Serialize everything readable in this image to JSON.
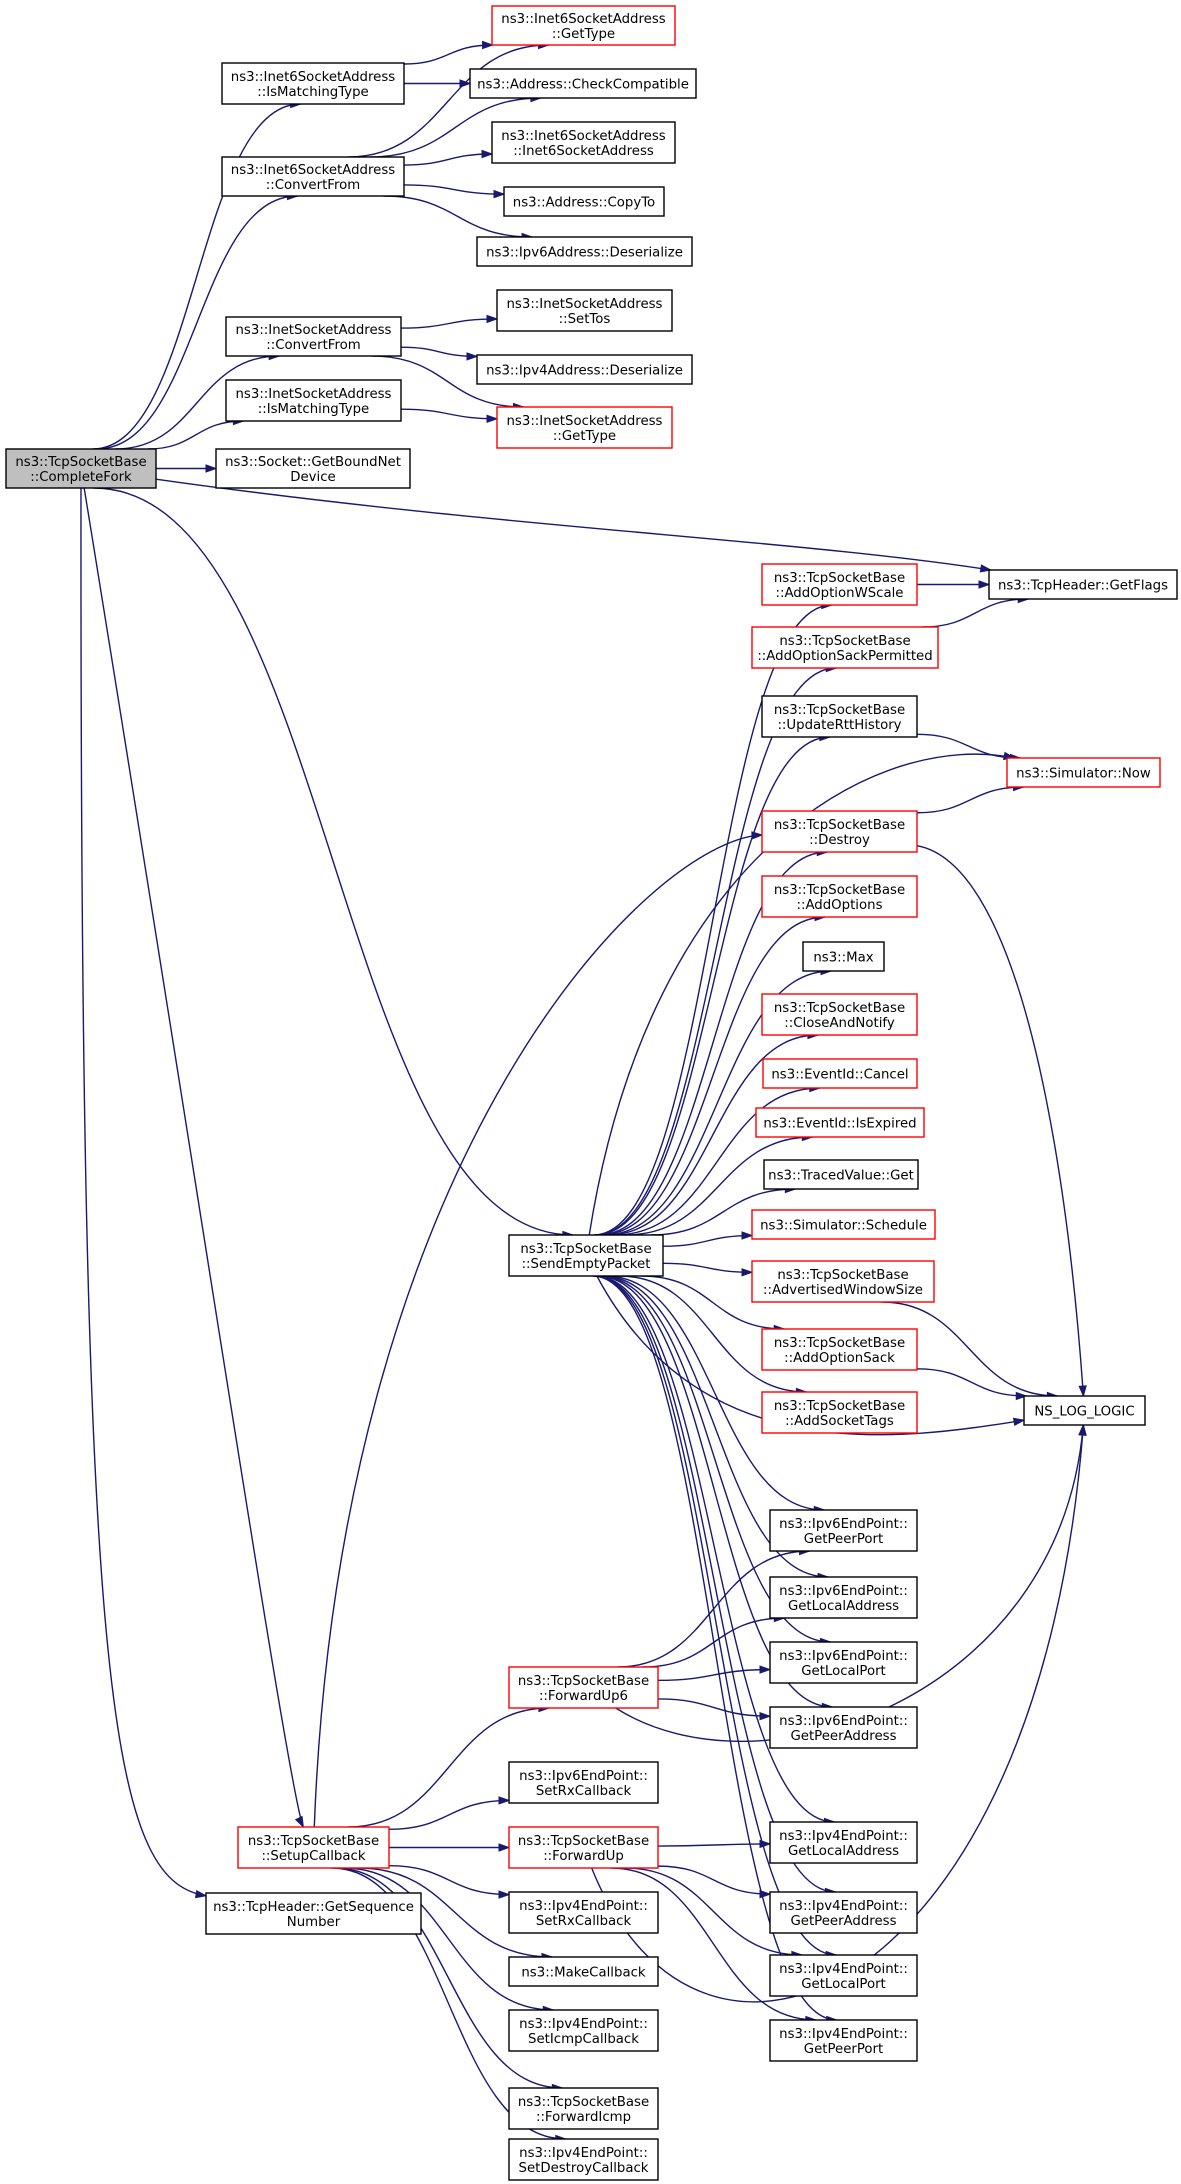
{
  "colors": {
    "edge": "#191970",
    "border_plain": "#000000",
    "border_truncated": "#ff0000",
    "root_fill": "#bfbfbf",
    "fill": "#ffffff"
  },
  "nodes": {
    "root": {
      "lines": [
        "ns3::TcpSocketBase",
        "::CompleteFork"
      ],
      "style": "root"
    },
    "i6_ismatch": {
      "lines": [
        "ns3::Inet6SocketAddress",
        "::IsMatchingType"
      ],
      "style": "plain"
    },
    "i6_gettype": {
      "lines": [
        "ns3::Inet6SocketAddress",
        "::GetType"
      ],
      "style": "truncated"
    },
    "addr_checkcompat": {
      "lines": [
        "ns3::Address::CheckCompatible"
      ],
      "style": "plain"
    },
    "i6_convertfrom": {
      "lines": [
        "ns3::Inet6SocketAddress",
        "::ConvertFrom"
      ],
      "style": "plain"
    },
    "i6_ctor": {
      "lines": [
        "ns3::Inet6SocketAddress",
        "::Inet6SocketAddress"
      ],
      "style": "plain"
    },
    "addr_copyto": {
      "lines": [
        "ns3::Address::CopyTo"
      ],
      "style": "plain"
    },
    "ipv6addr_deser": {
      "lines": [
        "ns3::Ipv6Address::Deserialize"
      ],
      "style": "plain"
    },
    "inet_convertfrom": {
      "lines": [
        "ns3::InetSocketAddress",
        "::ConvertFrom"
      ],
      "style": "plain"
    },
    "inet_settos": {
      "lines": [
        "ns3::InetSocketAddress",
        "::SetTos"
      ],
      "style": "plain"
    },
    "ipv4addr_deser": {
      "lines": [
        "ns3::Ipv4Address::Deserialize"
      ],
      "style": "plain"
    },
    "inet_ismatch": {
      "lines": [
        "ns3::InetSocketAddress",
        "::IsMatchingType"
      ],
      "style": "plain"
    },
    "inet_gettype": {
      "lines": [
        "ns3::InetSocketAddress",
        "::GetType"
      ],
      "style": "truncated"
    },
    "sock_getbound": {
      "lines": [
        "ns3::Socket::GetBoundNet",
        "Device"
      ],
      "style": "plain"
    },
    "tcph_getflags": {
      "lines": [
        "ns3::TcpHeader::GetFlags"
      ],
      "style": "plain"
    },
    "addopt_wscale": {
      "lines": [
        "ns3::TcpSocketBase",
        "::AddOptionWScale"
      ],
      "style": "truncated"
    },
    "addopt_sackperm": {
      "lines": [
        "ns3::TcpSocketBase",
        "::AddOptionSackPermitted"
      ],
      "style": "truncated"
    },
    "update_rtt": {
      "lines": [
        "ns3::TcpSocketBase",
        "::UpdateRttHistory"
      ],
      "style": "plain"
    },
    "sim_now": {
      "lines": [
        "ns3::Simulator::Now"
      ],
      "style": "truncated"
    },
    "destroy": {
      "lines": [
        "ns3::TcpSocketBase",
        "::Destroy"
      ],
      "style": "truncated"
    },
    "addoptions": {
      "lines": [
        "ns3::TcpSocketBase",
        "::AddOptions"
      ],
      "style": "truncated"
    },
    "max": {
      "lines": [
        "ns3::Max"
      ],
      "style": "plain"
    },
    "closeandnotify": {
      "lines": [
        "ns3::TcpSocketBase",
        "::CloseAndNotify"
      ],
      "style": "truncated"
    },
    "ev_cancel": {
      "lines": [
        "ns3::EventId::Cancel"
      ],
      "style": "truncated"
    },
    "ev_isexpired": {
      "lines": [
        "ns3::EventId::IsExpired"
      ],
      "style": "truncated"
    },
    "tv_get": {
      "lines": [
        "ns3::TracedValue::Get"
      ],
      "style": "plain"
    },
    "sendempty": {
      "lines": [
        "ns3::TcpSocketBase",
        "::SendEmptyPacket"
      ],
      "style": "plain"
    },
    "sim_schedule": {
      "lines": [
        "ns3::Simulator::Schedule"
      ],
      "style": "truncated"
    },
    "advwin": {
      "lines": [
        "ns3::TcpSocketBase",
        "::AdvertisedWindowSize"
      ],
      "style": "truncated"
    },
    "addopt_sack": {
      "lines": [
        "ns3::TcpSocketBase",
        "::AddOptionSack"
      ],
      "style": "truncated"
    },
    "ns_log_logic": {
      "lines": [
        "NS_LOG_LOGIC"
      ],
      "style": "plain"
    },
    "addsockettags": {
      "lines": [
        "ns3::TcpSocketBase",
        "::AddSocketTags"
      ],
      "style": "truncated"
    },
    "ep6_peerport": {
      "lines": [
        "ns3::Ipv6EndPoint::",
        "GetPeerPort"
      ],
      "style": "plain"
    },
    "ep6_localaddr": {
      "lines": [
        "ns3::Ipv6EndPoint::",
        "GetLocalAddress"
      ],
      "style": "plain"
    },
    "ep6_localport": {
      "lines": [
        "ns3::Ipv6EndPoint::",
        "GetLocalPort"
      ],
      "style": "plain"
    },
    "forwardup6": {
      "lines": [
        "ns3::TcpSocketBase",
        "::ForwardUp6"
      ],
      "style": "truncated"
    },
    "ep6_peeraddr": {
      "lines": [
        "ns3::Ipv6EndPoint::",
        "GetPeerAddress"
      ],
      "style": "plain"
    },
    "ep6_setrx": {
      "lines": [
        "ns3::Ipv6EndPoint::",
        "SetRxCallback"
      ],
      "style": "plain"
    },
    "setupcb": {
      "lines": [
        "ns3::TcpSocketBase",
        "::SetupCallback"
      ],
      "style": "truncated"
    },
    "forwardup": {
      "lines": [
        "ns3::TcpSocketBase",
        "::ForwardUp"
      ],
      "style": "truncated"
    },
    "ep4_localaddr": {
      "lines": [
        "ns3::Ipv4EndPoint::",
        "GetLocalAddress"
      ],
      "style": "plain"
    },
    "tcph_getseq": {
      "lines": [
        "ns3::TcpHeader::GetSequence",
        "Number"
      ],
      "style": "plain"
    },
    "ep4_setrx": {
      "lines": [
        "ns3::Ipv4EndPoint::",
        "SetRxCallback"
      ],
      "style": "plain"
    },
    "ep4_peeraddr": {
      "lines": [
        "ns3::Ipv4EndPoint::",
        "GetPeerAddress"
      ],
      "style": "plain"
    },
    "makecallback": {
      "lines": [
        "ns3::MakeCallback"
      ],
      "style": "plain"
    },
    "ep4_localport": {
      "lines": [
        "ns3::Ipv4EndPoint::",
        "GetLocalPort"
      ],
      "style": "plain"
    },
    "ep4_seticmp": {
      "lines": [
        "ns3::Ipv4EndPoint::",
        "SetIcmpCallback"
      ],
      "style": "plain"
    },
    "ep4_peerport": {
      "lines": [
        "ns3::Ipv4EndPoint::",
        "GetPeerPort"
      ],
      "style": "plain"
    },
    "forwardicmp": {
      "lines": [
        "ns3::TcpSocketBase",
        "::ForwardIcmp"
      ],
      "style": "plain"
    },
    "ep4_setdestroy": {
      "lines": [
        "ns3::Ipv4EndPoint::",
        "SetDestroyCallback"
      ],
      "style": "plain"
    }
  },
  "edges": [
    [
      "root",
      "i6_ismatch"
    ],
    [
      "root",
      "i6_convertfrom"
    ],
    [
      "root",
      "inet_convertfrom"
    ],
    [
      "root",
      "inet_ismatch"
    ],
    [
      "root",
      "sock_getbound"
    ],
    [
      "root",
      "tcph_getflags"
    ],
    [
      "root",
      "sendempty"
    ],
    [
      "root",
      "setupcb"
    ],
    [
      "root",
      "tcph_getseq"
    ],
    [
      "i6_ismatch",
      "i6_gettype"
    ],
    [
      "i6_ismatch",
      "addr_checkcompat"
    ],
    [
      "i6_convertfrom",
      "i6_gettype"
    ],
    [
      "i6_convertfrom",
      "addr_checkcompat"
    ],
    [
      "i6_convertfrom",
      "i6_ctor"
    ],
    [
      "i6_convertfrom",
      "addr_copyto"
    ],
    [
      "i6_convertfrom",
      "ipv6addr_deser"
    ],
    [
      "inet_convertfrom",
      "inet_settos"
    ],
    [
      "inet_convertfrom",
      "ipv4addr_deser"
    ],
    [
      "inet_convertfrom",
      "inet_gettype"
    ],
    [
      "inet_ismatch",
      "inet_gettype"
    ],
    [
      "addopt_wscale",
      "tcph_getflags"
    ],
    [
      "addopt_sackperm",
      "tcph_getflags"
    ],
    [
      "update_rtt",
      "sim_now"
    ],
    [
      "destroy",
      "sim_now"
    ],
    [
      "destroy",
      "ns_log_logic"
    ],
    [
      "sendempty",
      "addopt_wscale"
    ],
    [
      "sendempty",
      "addopt_sackperm"
    ],
    [
      "sendempty",
      "update_rtt"
    ],
    [
      "sendempty",
      "sim_now"
    ],
    [
      "sendempty",
      "destroy"
    ],
    [
      "sendempty",
      "addoptions"
    ],
    [
      "sendempty",
      "max"
    ],
    [
      "sendempty",
      "closeandnotify"
    ],
    [
      "sendempty",
      "ev_cancel"
    ],
    [
      "sendempty",
      "ev_isexpired"
    ],
    [
      "sendempty",
      "tv_get"
    ],
    [
      "sendempty",
      "sim_schedule"
    ],
    [
      "sendempty",
      "advwin"
    ],
    [
      "sendempty",
      "addopt_sack"
    ],
    [
      "sendempty",
      "addsockettags"
    ],
    [
      "sendempty",
      "ns_log_logic"
    ],
    [
      "sendempty",
      "ep6_peerport"
    ],
    [
      "sendempty",
      "ep6_localaddr"
    ],
    [
      "sendempty",
      "ep6_localport"
    ],
    [
      "sendempty",
      "ep6_peeraddr"
    ],
    [
      "sendempty",
      "ep4_localaddr"
    ],
    [
      "sendempty",
      "ep4_peeraddr"
    ],
    [
      "sendempty",
      "ep4_localport"
    ],
    [
      "sendempty",
      "ep4_peerport"
    ],
    [
      "advwin",
      "ns_log_logic"
    ],
    [
      "addopt_sack",
      "ns_log_logic"
    ],
    [
      "setupcb",
      "destroy"
    ],
    [
      "setupcb",
      "forwardup6"
    ],
    [
      "setupcb",
      "ep6_setrx"
    ],
    [
      "setupcb",
      "forwardup"
    ],
    [
      "setupcb",
      "ep4_setrx"
    ],
    [
      "setupcb",
      "makecallback"
    ],
    [
      "setupcb",
      "ep4_seticmp"
    ],
    [
      "setupcb",
      "forwardicmp"
    ],
    [
      "setupcb",
      "ep4_setdestroy"
    ],
    [
      "forwardup6",
      "ep6_peerport"
    ],
    [
      "forwardup6",
      "ep6_localaddr"
    ],
    [
      "forwardup6",
      "ep6_localport"
    ],
    [
      "forwardup6",
      "ep6_peeraddr"
    ],
    [
      "forwardup6",
      "ns_log_logic"
    ],
    [
      "forwardup",
      "ep4_localaddr"
    ],
    [
      "forwardup",
      "ep4_peeraddr"
    ],
    [
      "forwardup",
      "ep4_localport"
    ],
    [
      "forwardup",
      "ep4_peerport"
    ],
    [
      "forwardup",
      "ns_log_logic"
    ]
  ]
}
